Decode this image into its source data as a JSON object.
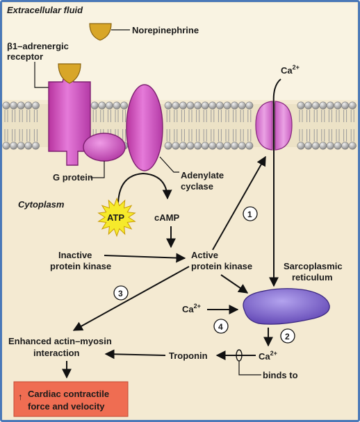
{
  "regions": {
    "extracellular": "Extracellular fluid",
    "cytoplasm": "Cytoplasm"
  },
  "labels": {
    "norepinephrine": "Norepinephrine",
    "receptor_line1": "β1–adrenergic",
    "receptor_line2": "receptor",
    "g_protein": "G protein",
    "adenylate_line1": "Adenylate",
    "adenylate_line2": "cyclase",
    "atp": "ATP",
    "camp": "cAMP",
    "inactive_line1": "Inactive",
    "inactive_line2": "protein kinase",
    "active_line1": "Active",
    "active_line2": "protein kinase",
    "sr_line1": "Sarcoplasmic",
    "sr_line2": "reticulum",
    "ca_top": "Ca",
    "ca_left": "Ca",
    "ca_right": "Ca",
    "charge": "2+",
    "enhanced_line1": "Enhanced actin–myosin",
    "enhanced_line2": "interaction",
    "troponin": "Troponin",
    "binds_to": "binds to",
    "result_line1": "Cardiac contractile",
    "result_line2": "force and velocity",
    "result_arrow": "↑"
  },
  "steps": [
    "1",
    "2",
    "3",
    "4"
  ],
  "colors": {
    "background": "#f4ead2",
    "frame": "#4a78b8",
    "membrane_head": "#b8b8b8",
    "receptor": "#d04fc2",
    "channel": "#d86fd2",
    "ligand": "#d8a628",
    "sr": "#7e62c7",
    "result_box": "#ef6d52",
    "atp_burst": "#f6ea2b"
  }
}
